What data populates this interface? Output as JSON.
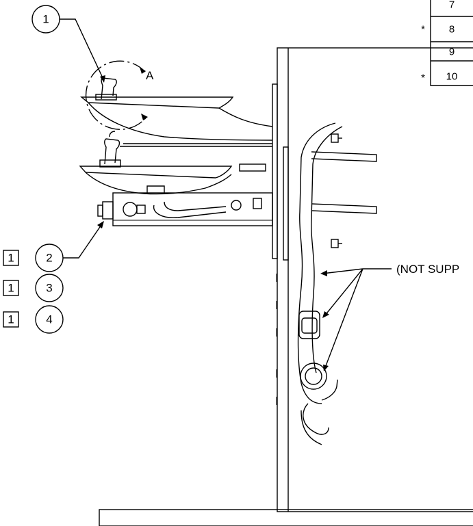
{
  "detail_callout": {
    "label": "A"
  },
  "note_text": "(NOT SUPP",
  "balloons": [
    {
      "number": "1",
      "box": ""
    },
    {
      "number": "2",
      "box": "1"
    },
    {
      "number": "3",
      "box": "1"
    },
    {
      "number": "4",
      "box": "1"
    }
  ],
  "parts_table": [
    {
      "item": "7",
      "marker": ""
    },
    {
      "item": "8",
      "marker": "*"
    },
    {
      "item": "9",
      "marker": ""
    },
    {
      "item": "10",
      "marker": "*"
    }
  ]
}
